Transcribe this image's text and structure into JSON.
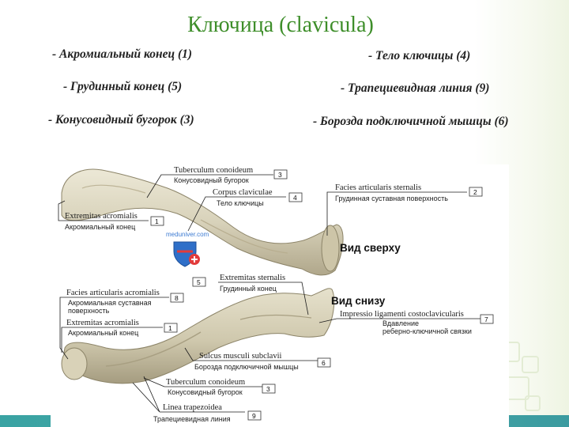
{
  "title": "Ключица (clavicula)",
  "terms": [
    "- Акромиальный конец (1)",
    "- Грудинный конец (5)",
    "- Конусовидный бугорок (3)",
    "- Тело ключицы (4)",
    "- Трапециевидная линия (9)",
    "- Борозда подключичной мышцы (6)"
  ],
  "figure": {
    "watermark": "meduniver.com",
    "view_top": "Вид сверху",
    "view_bottom": "Вид снизу",
    "labels": [
      {
        "id": "tuberculum_top",
        "latin": "Tuberculum conoideum",
        "ru": "Конусовидный бугорок",
        "num": "3"
      },
      {
        "id": "corpus",
        "latin": "Corpus claviculae",
        "ru": "Тело ключицы",
        "num": "4"
      },
      {
        "id": "extremitas_acr_top",
        "latin": "Extremitas acromialis",
        "ru": "Акромиальный конец",
        "num": "1"
      },
      {
        "id": "facies_sternalis",
        "latin": "Facies articularis sternalis",
        "ru": "Грудинная суставная поверхность",
        "num": "2"
      },
      {
        "id": "extremitas_sternalis",
        "latin": "Extremitas sternalis",
        "ru": "Грудинный конец",
        "num": "5"
      },
      {
        "id": "facies_acromialis",
        "latin": "Facies articularis acromialis",
        "ru": "Акромиальная суставная",
        "ru2": "поверхность",
        "num": "8"
      },
      {
        "id": "extremitas_acr_bottom",
        "latin": "Extremitas acromialis",
        "ru": "Акромиальный конец",
        "num": "1"
      },
      {
        "id": "impressio",
        "latin": "Impressio ligamenti costoclavicularis",
        "ru": "Вдавление",
        "ru2": "реберно-ключичной связки",
        "num": "7"
      },
      {
        "id": "sulcus",
        "latin": "Sulcus musculi subclavii",
        "ru": "Борозда подключичной мышцы",
        "num": "6"
      },
      {
        "id": "tuberculum_bottom",
        "latin": "Tuberculum conoideum",
        "ru": "Конусовидный бугорок",
        "num": "3"
      },
      {
        "id": "linea",
        "latin": "Linea trapezoidea",
        "ru": "Трапециевидная линия",
        "num": "9"
      }
    ]
  },
  "colors": {
    "title": "#3e8e2a",
    "bone": "#d9d4bd",
    "bone_shadow": "#a8a084",
    "accent_bar": "#47a7a6"
  }
}
